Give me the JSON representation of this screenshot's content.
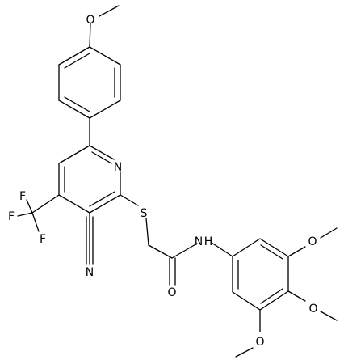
{
  "molecule": {
    "atom_labels": {
      "methoxy_top_o": "O",
      "pyridine_n": "N",
      "sulfur": "S",
      "cf3_f1": "F",
      "cf3_f2": "F",
      "cf3_f3": "F",
      "nitrile_n": "N",
      "amide_nh": "N",
      "amide_h": "H",
      "carbonyl_o": "O",
      "trimethoxy_o1": "O",
      "trimethoxy_o2": "O",
      "trimethoxy_o3": "O"
    }
  },
  "colors": {
    "bond": "#000000",
    "background": "#ffffff"
  }
}
